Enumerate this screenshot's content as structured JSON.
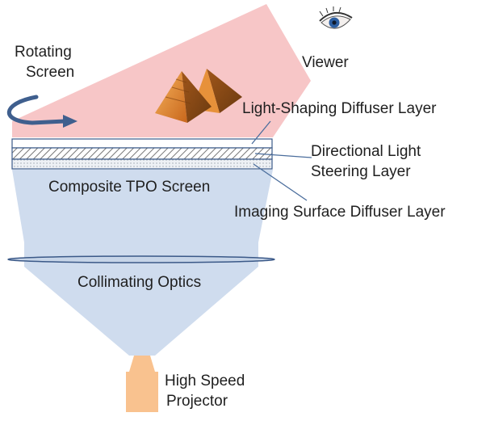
{
  "labels": {
    "rotating_screen": [
      "Rotating",
      "Screen"
    ],
    "viewer": "Viewer",
    "light_shaping_layer": "Light-Shaping Diffuser Layer",
    "directional_layer": [
      "Directional Light",
      "Steering Layer"
    ],
    "composite_screen": "Composite TPO Screen",
    "imaging_surface_layer": "Imaging Surface Diffuser Layer",
    "collimating_optics": "Collimating Optics",
    "projector": [
      "High Speed",
      "Projector"
    ]
  },
  "colors": {
    "viewing_cone": "#f7c6c7",
    "projection_beam": "#cfdcee",
    "rotation_arrow": "#3f5f8e",
    "leader_lines": "#4a6d9c",
    "projector_body": "#f9c28f",
    "pyramid": "#e08a2a"
  },
  "icons": {
    "viewer": "eye-icon",
    "scene": "pyramid-icon",
    "rotation": "curved-arrow-icon"
  }
}
